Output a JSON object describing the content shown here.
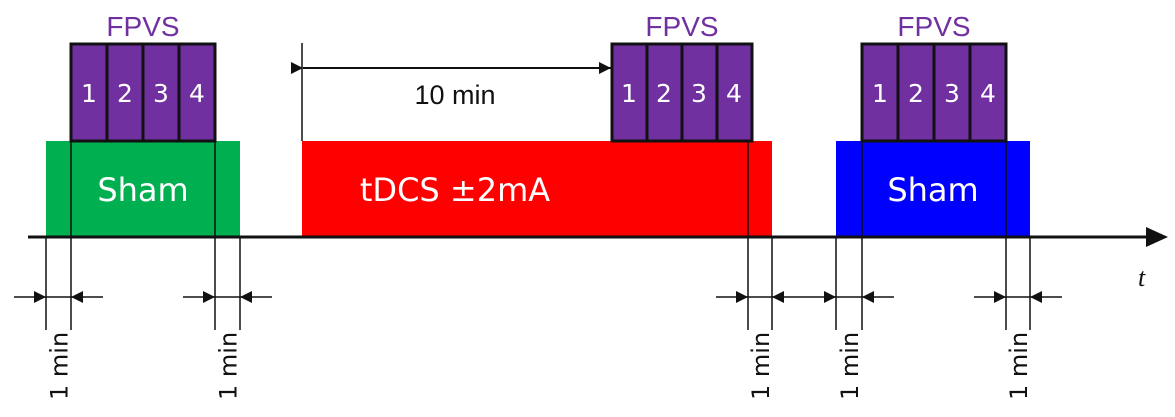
{
  "fpvs_label": "FPVS",
  "fpvs_runs": [
    "1",
    "2",
    "3",
    "4"
  ],
  "blocks": [
    {
      "label": "Sham",
      "color": "#00b050"
    },
    {
      "label": "tDCS ±2mA",
      "color": "#ff0000"
    },
    {
      "label": "Sham",
      "color": "#0000ff"
    }
  ],
  "interval_label": "10 min",
  "gap_label": "1 min",
  "axis_label": "t",
  "fpvs_color": "#7030a0"
}
